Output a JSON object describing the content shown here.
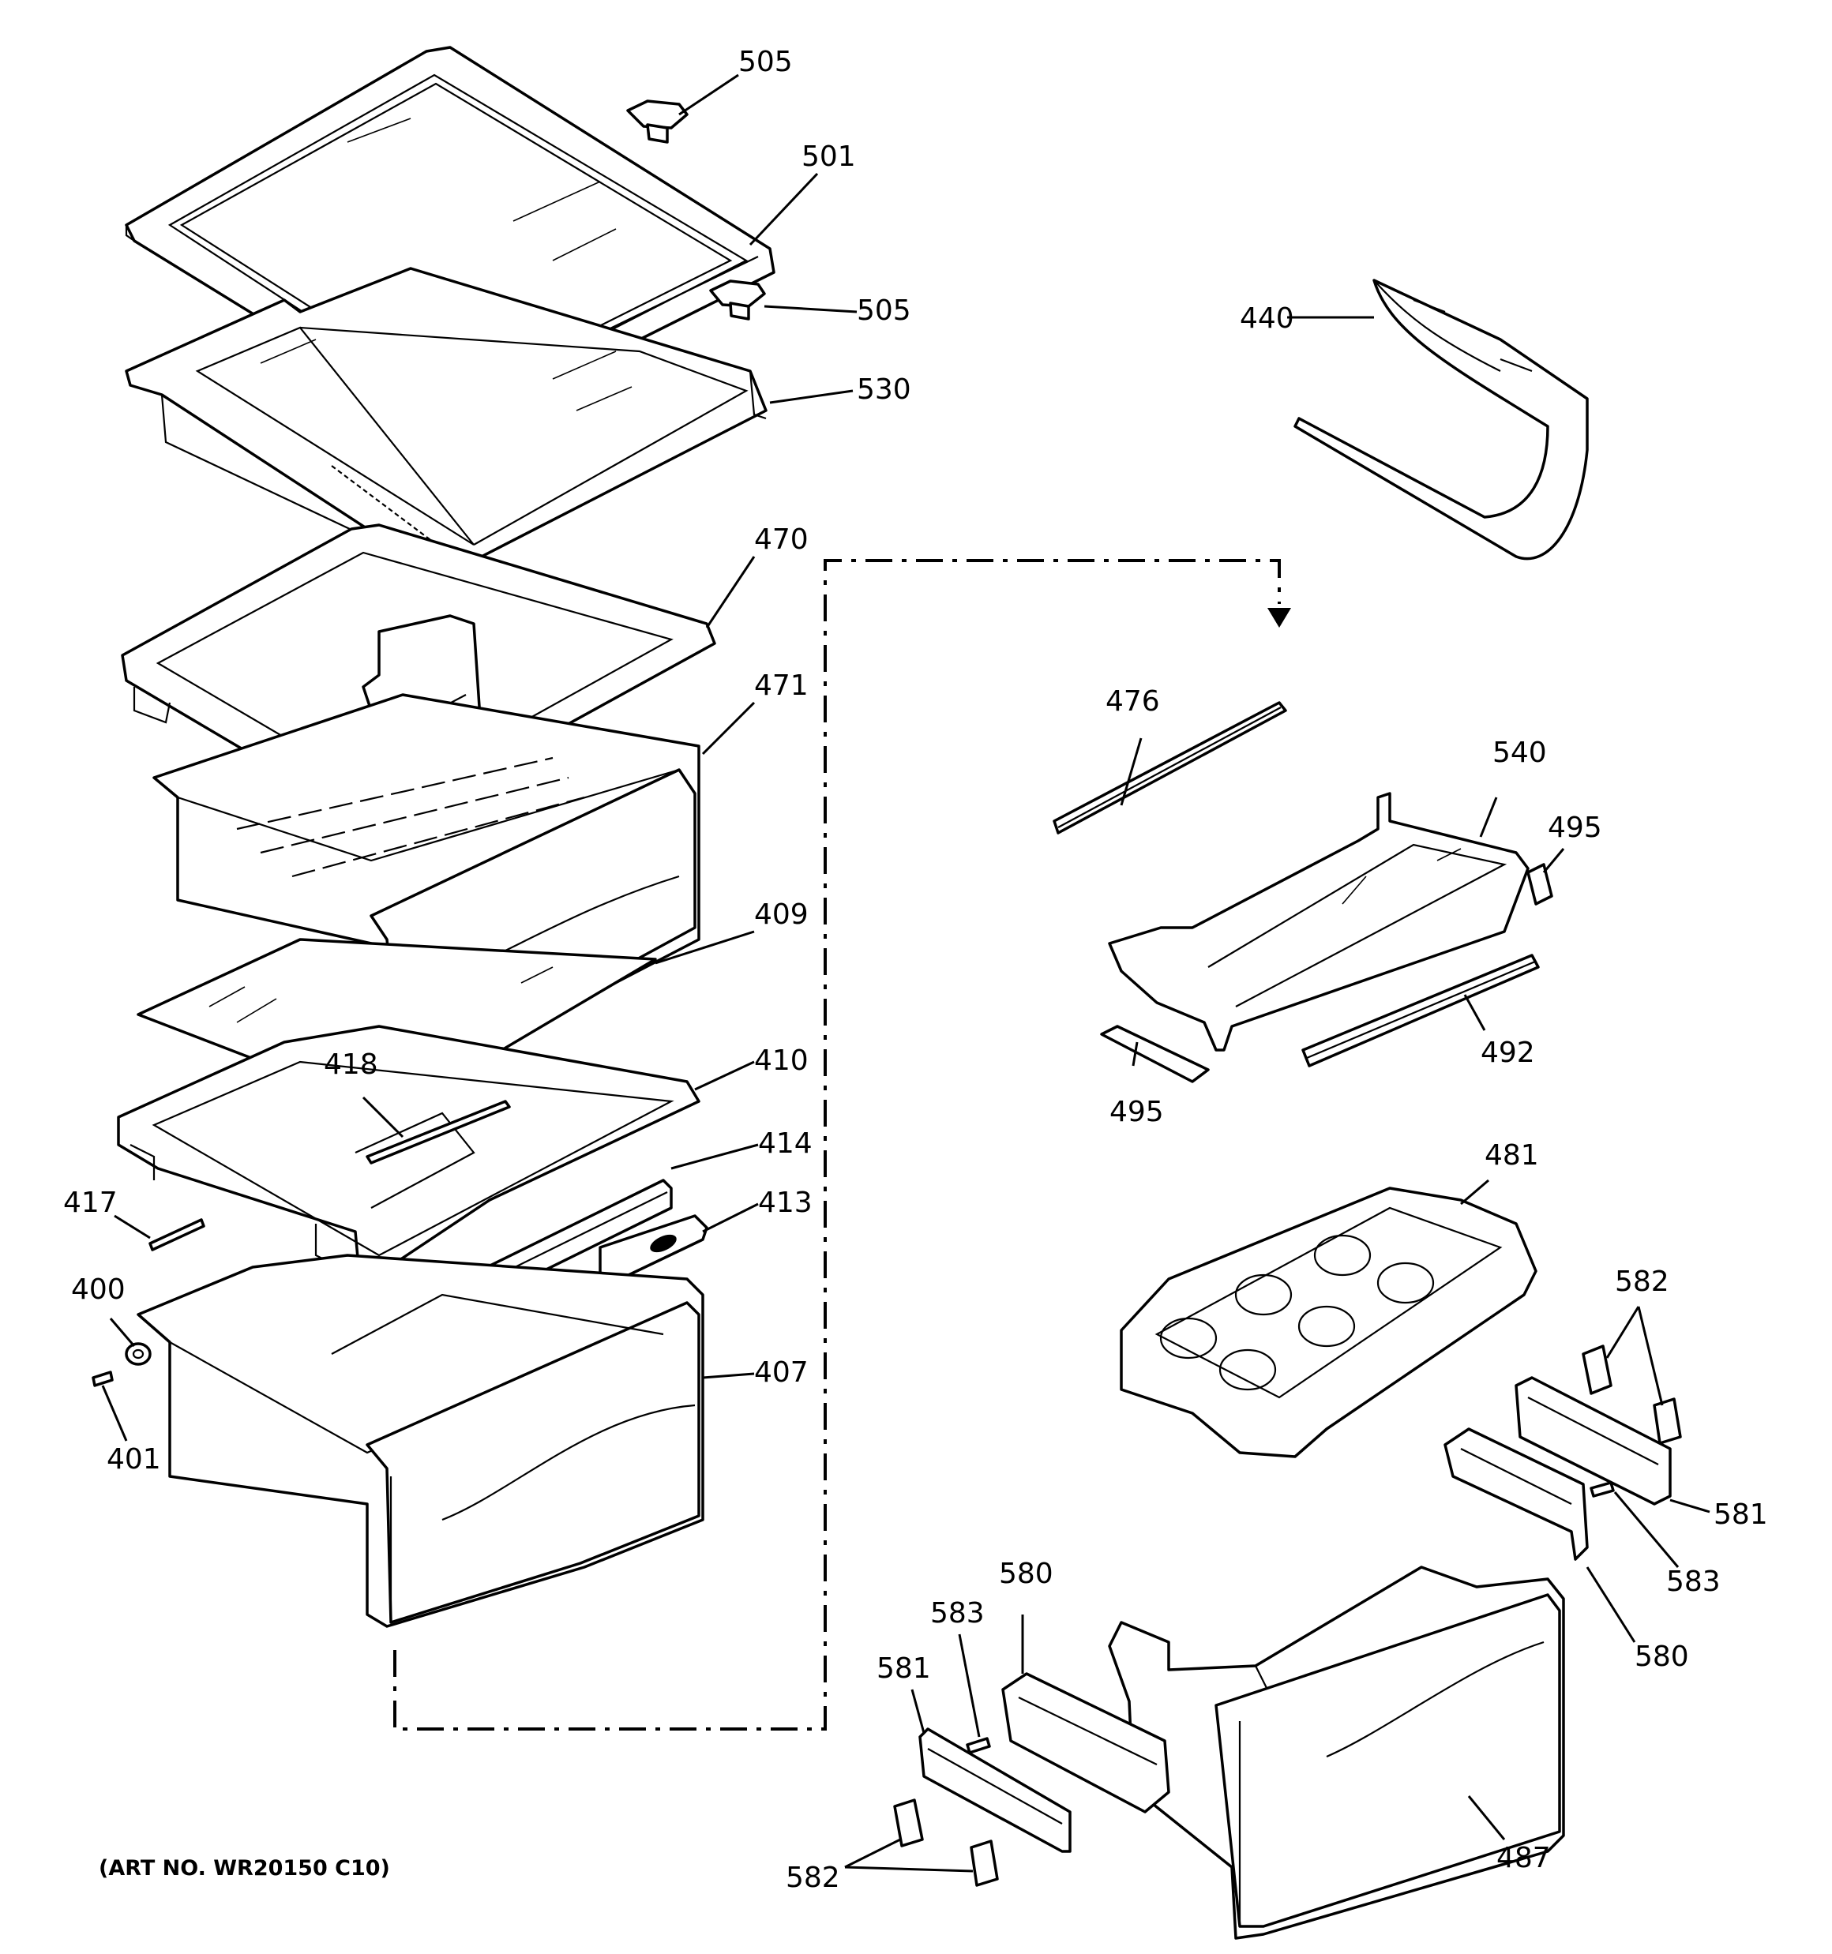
{
  "diagram": {
    "art_number": "(ART NO. WR20150 C10)",
    "labels": {
      "505a": "505",
      "501": "501",
      "505b": "505",
      "530": "530",
      "440": "440",
      "470": "470",
      "471": "471",
      "476": "476",
      "540": "540",
      "495a": "495",
      "409": "409",
      "492": "492",
      "495b": "495",
      "418": "418",
      "410": "410",
      "414": "414",
      "417": "417",
      "413": "413",
      "481": "481",
      "400": "400",
      "407": "407",
      "582a": "582",
      "401": "401",
      "581a": "581",
      "583a": "583",
      "580a": "580",
      "580b": "580",
      "583b": "583",
      "581b": "581",
      "487": "487",
      "582b": "582"
    }
  }
}
